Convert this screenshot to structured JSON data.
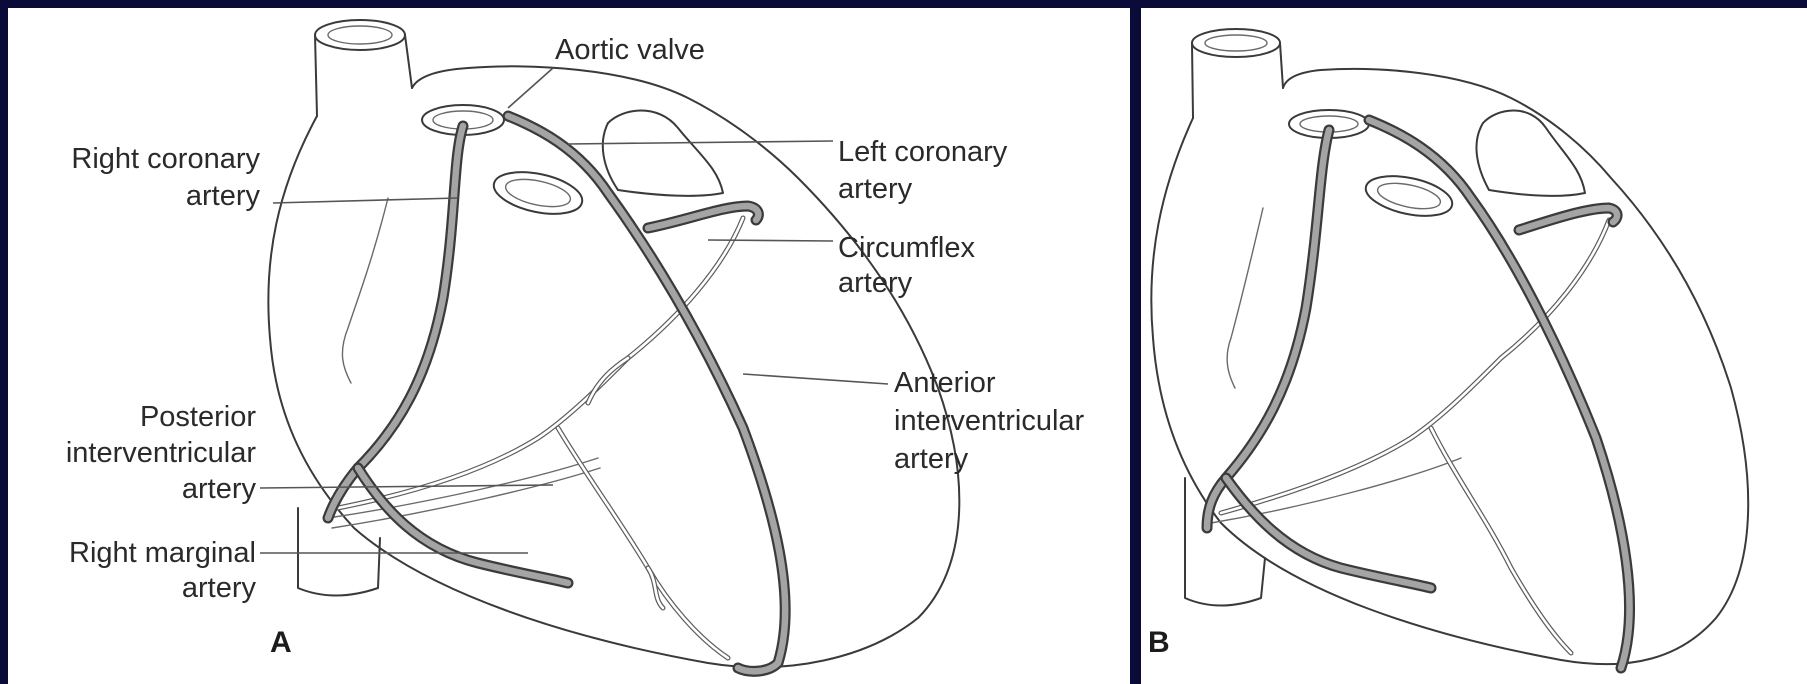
{
  "panel_a": {
    "letter": "A",
    "labels": {
      "aortic_valve": "Aortic valve",
      "right_coronary": [
        "Right coronary",
        "artery"
      ],
      "left_coronary": [
        "Left coronary",
        "artery"
      ],
      "circumflex": [
        "Circumflex",
        "artery"
      ],
      "anterior_interventricular": [
        "Anterior",
        "interventricular",
        "artery"
      ],
      "posterior_interventricular": [
        "Posterior",
        "interventricular",
        "artery"
      ],
      "right_marginal": [
        "Right marginal",
        "artery"
      ]
    }
  },
  "panel_b": {
    "letter": "B"
  },
  "colors": {
    "frame": "#0b0b3a",
    "panel": "#ffffff",
    "artery_fill": "#a4a4a4",
    "artery_edge": "#3b3b3b"
  }
}
